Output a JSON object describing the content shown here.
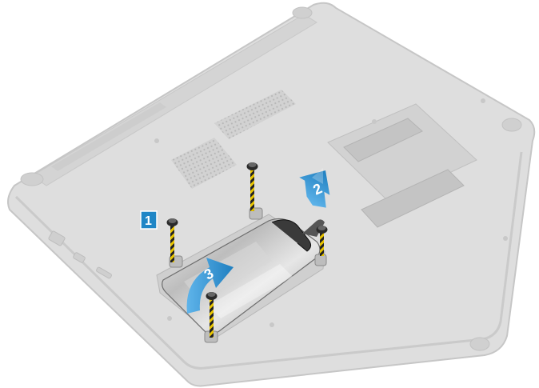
{
  "figure": {
    "subject": "laptop-base-hard-drive-removal",
    "steps": [
      {
        "number": "1",
        "action": "remove-screws"
      },
      {
        "number": "2",
        "action": "disconnect-hard-drive-cable"
      },
      {
        "number": "3",
        "action": "lift-hard-drive-assembly"
      }
    ],
    "colors": {
      "chassis": "#dcdcdc",
      "chassis_edge": "#c4c4c4",
      "step_badge": "#1f86c6",
      "arrow": "#2b8fd0",
      "screw_stripe_yellow": "#e8c400",
      "screw_stripe_dark": "#222222"
    }
  }
}
